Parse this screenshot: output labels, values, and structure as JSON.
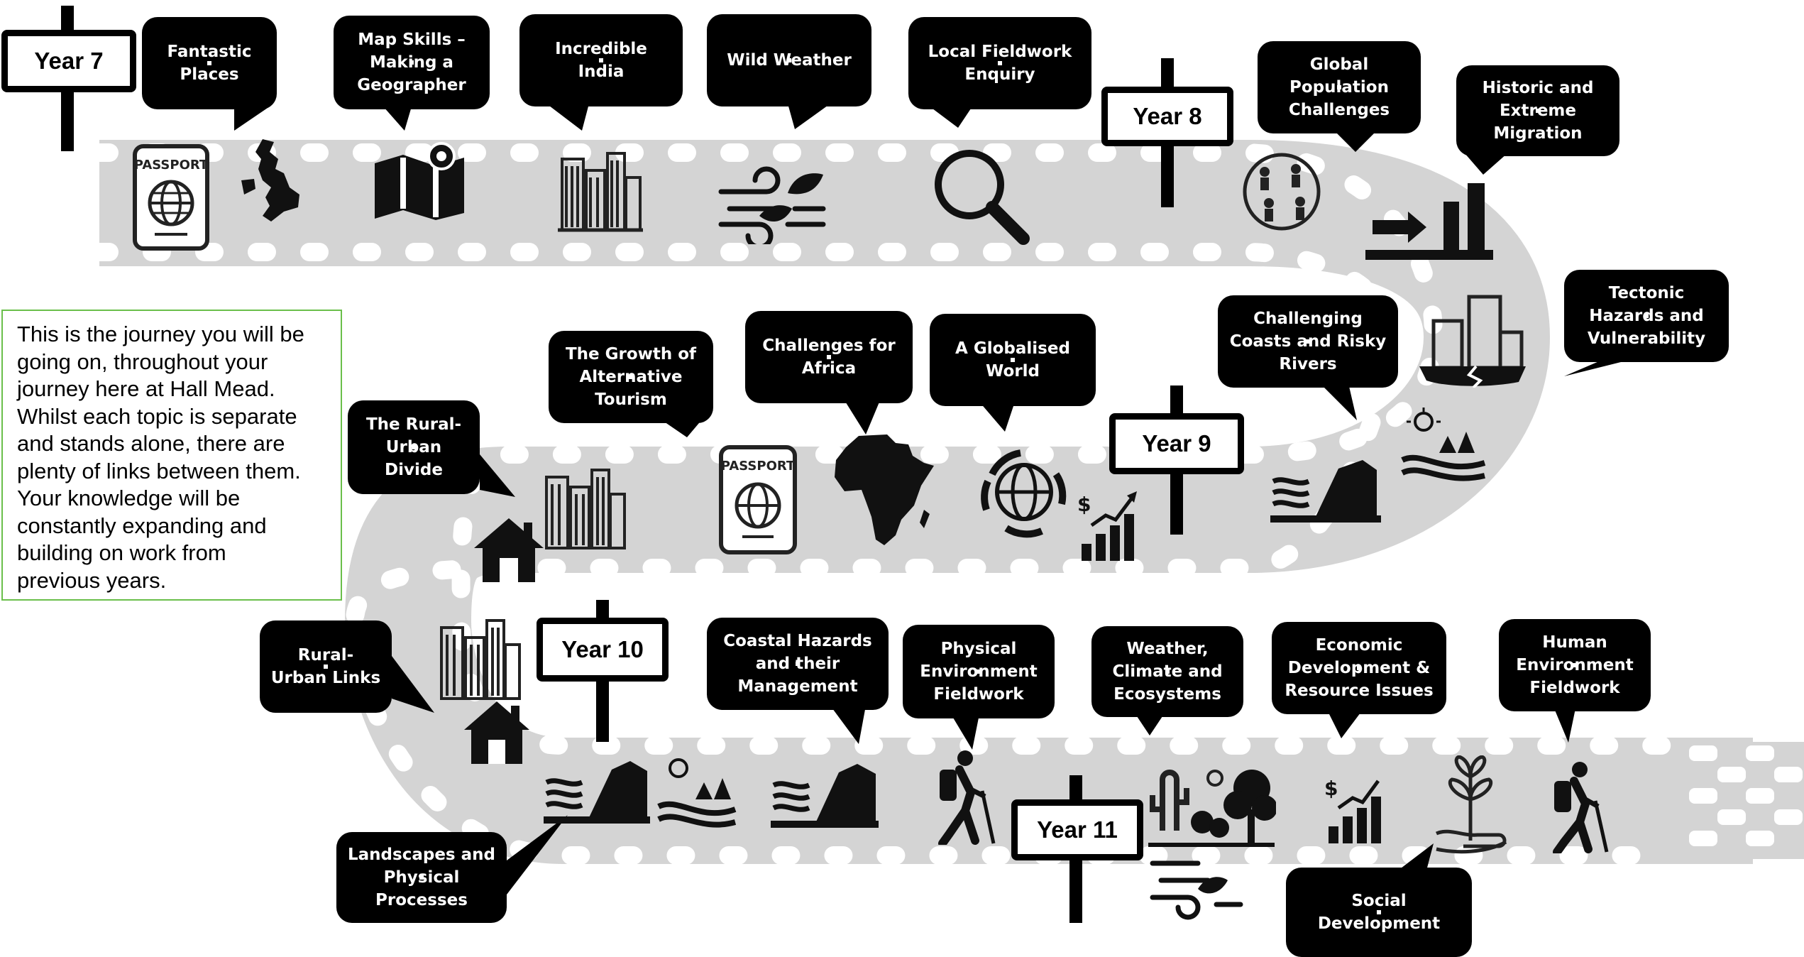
{
  "year_signs": [
    "Year 7",
    "Year 8",
    "Year 9",
    "Year 10",
    "Year 11"
  ],
  "topics": {
    "fantastic_places": "Fantastic Places",
    "map_skills": "Map Skills –\nMaking a\nGeographer",
    "incredible_india": "Incredible India",
    "wild_weather": "Wild Weather",
    "local_fieldwork": "Local Fieldwork\nEnquiry",
    "global_population": "Global\nPopulation\nChallenges",
    "historic_migration": "Historic and\nExtreme\nMigration",
    "tectonic_hazards": "Tectonic\nHazards and\nVulnerability",
    "coasts_rivers": "Challenging\nCoasts and Risky\nRivers",
    "globalised_world": "A Globalised\nWorld",
    "challenges_africa": "Challenges for\nAfrica",
    "alternative_tourism": "The Growth of\nAlternative\nTourism",
    "rural_urban_divide": "The Rural-\nUrban\nDivide",
    "rural_urban_links": "Rural-\nUrban Links",
    "landscapes": "Landscapes and\nPhysical\nProcesses",
    "coastal_hazards": "Coastal Hazards\nand their\nManagement",
    "physical_fieldwork": "Physical\nEnvironment\nFieldwork",
    "weather_climate": "Weather,\nClimate and\nEcosystems",
    "economic_development": "Economic\nDevelopment &\nResource Issues",
    "human_fieldwork": "Human\nEnvironment\nFieldwork",
    "social_development": "Social\nDevelopment"
  },
  "intro_lines": [
    "This is the journey you will be",
    "going on, throughout your",
    "journey here at Hall Mead.",
    "Whilst each topic is separate",
    "and stands alone, there are",
    "plenty of links between them.",
    "Your knowledge will be",
    "constantly expanding and",
    "building on work from"
  ],
  "intro_last_line": "previous years.",
  "passport_label": "PASSPORT",
  "currency_symbol": "$",
  "colors": {
    "road": "#d4d4d4",
    "dash": "#ffffff",
    "bubble": "#000000",
    "intro_border": "#6abf4b"
  }
}
